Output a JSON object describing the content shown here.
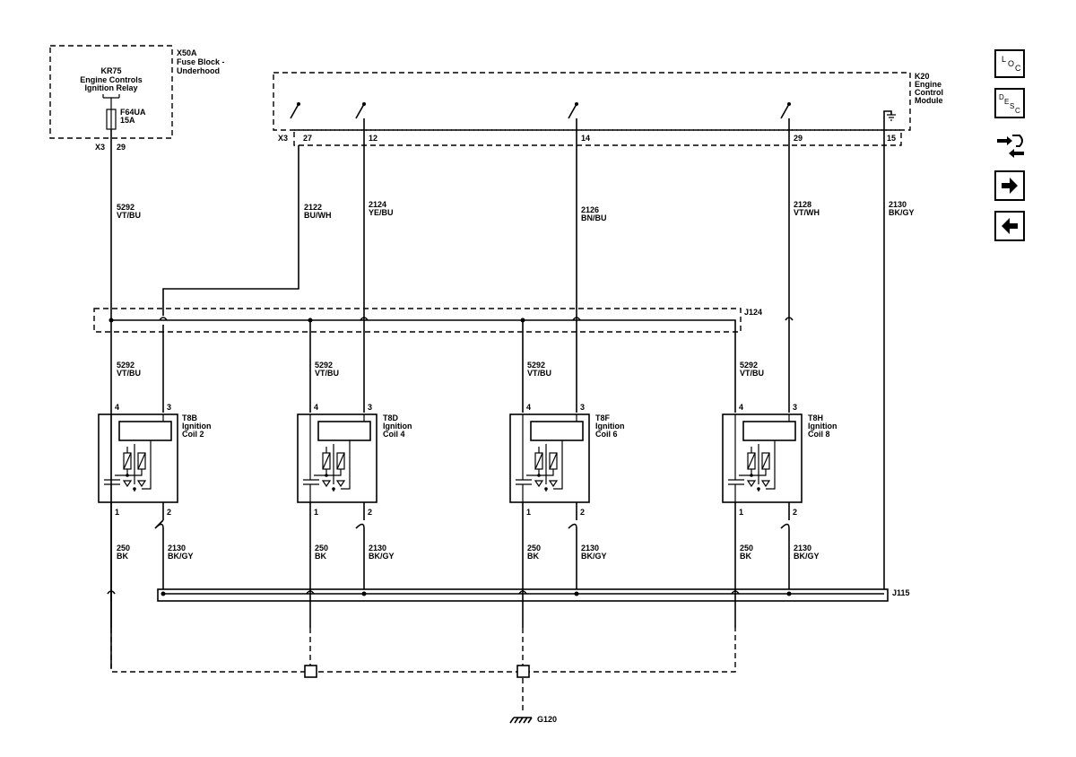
{
  "fuse_block": {
    "id": "X50A",
    "name_line1": "Fuse Block -",
    "name_line2": "Underhood",
    "relay_id": "KR75",
    "relay_line1": "Engine Controls",
    "relay_line2": "Ignition Relay",
    "fuse_id": "F64UA",
    "fuse_rating": "15A",
    "connector": "X3",
    "pin": "29"
  },
  "ecm": {
    "id": "K20",
    "line1": "Engine",
    "line2": "Control",
    "line3": "Module",
    "connector": "X3",
    "pins": [
      "27",
      "12",
      "14",
      "29",
      "15"
    ]
  },
  "wires_top": [
    {
      "circuit": "5292",
      "color": "VT/BU"
    },
    {
      "circuit": "2122",
      "color": "BU/WH"
    },
    {
      "circuit": "2124",
      "color": "YE/BU"
    },
    {
      "circuit": "2126",
      "color": "BN/BU"
    },
    {
      "circuit": "2128",
      "color": "VT/WH"
    },
    {
      "circuit": "2130",
      "color": "BK/GY"
    }
  ],
  "splice_top": "J124",
  "splice_bottom": "J115",
  "ground": "G120",
  "coils": [
    {
      "id": "T8B",
      "line1": "Ignition",
      "line2": "Coil 2",
      "pin_a": "4",
      "pin_b": "3",
      "pin_c": "1",
      "pin_d": "2",
      "feed_circuit": "5292",
      "feed_color": "VT/BU",
      "gnd_circuit": "250",
      "gnd_color": "BK",
      "ret_circuit": "2130",
      "ret_color": "BK/GY"
    },
    {
      "id": "T8D",
      "line1": "Ignition",
      "line2": "Coil 4",
      "pin_a": "4",
      "pin_b": "3",
      "pin_c": "1",
      "pin_d": "2",
      "feed_circuit": "5292",
      "feed_color": "VT/BU",
      "gnd_circuit": "250",
      "gnd_color": "BK",
      "ret_circuit": "2130",
      "ret_color": "BK/GY"
    },
    {
      "id": "T8F",
      "line1": "Ignition",
      "line2": "Coil 6",
      "pin_a": "4",
      "pin_b": "3",
      "pin_c": "1",
      "pin_d": "2",
      "feed_circuit": "5292",
      "feed_color": "VT/BU",
      "gnd_circuit": "250",
      "gnd_color": "BK",
      "ret_circuit": "2130",
      "ret_color": "BK/GY"
    },
    {
      "id": "T8H",
      "line1": "Ignition",
      "line2": "Coil 8",
      "pin_a": "4",
      "pin_b": "3",
      "pin_c": "1",
      "pin_d": "2",
      "feed_circuit": "5292",
      "feed_color": "VT/BU",
      "gnd_circuit": "250",
      "gnd_color": "BK",
      "ret_circuit": "2130",
      "ret_color": "BK/GY"
    }
  ],
  "nav": {
    "loc_icon": "loc-icon",
    "desc_icon": "desc-icon",
    "connector_icon": "connector-icon",
    "next_icon": "arrow-right-icon",
    "prev_icon": "arrow-left-icon"
  }
}
